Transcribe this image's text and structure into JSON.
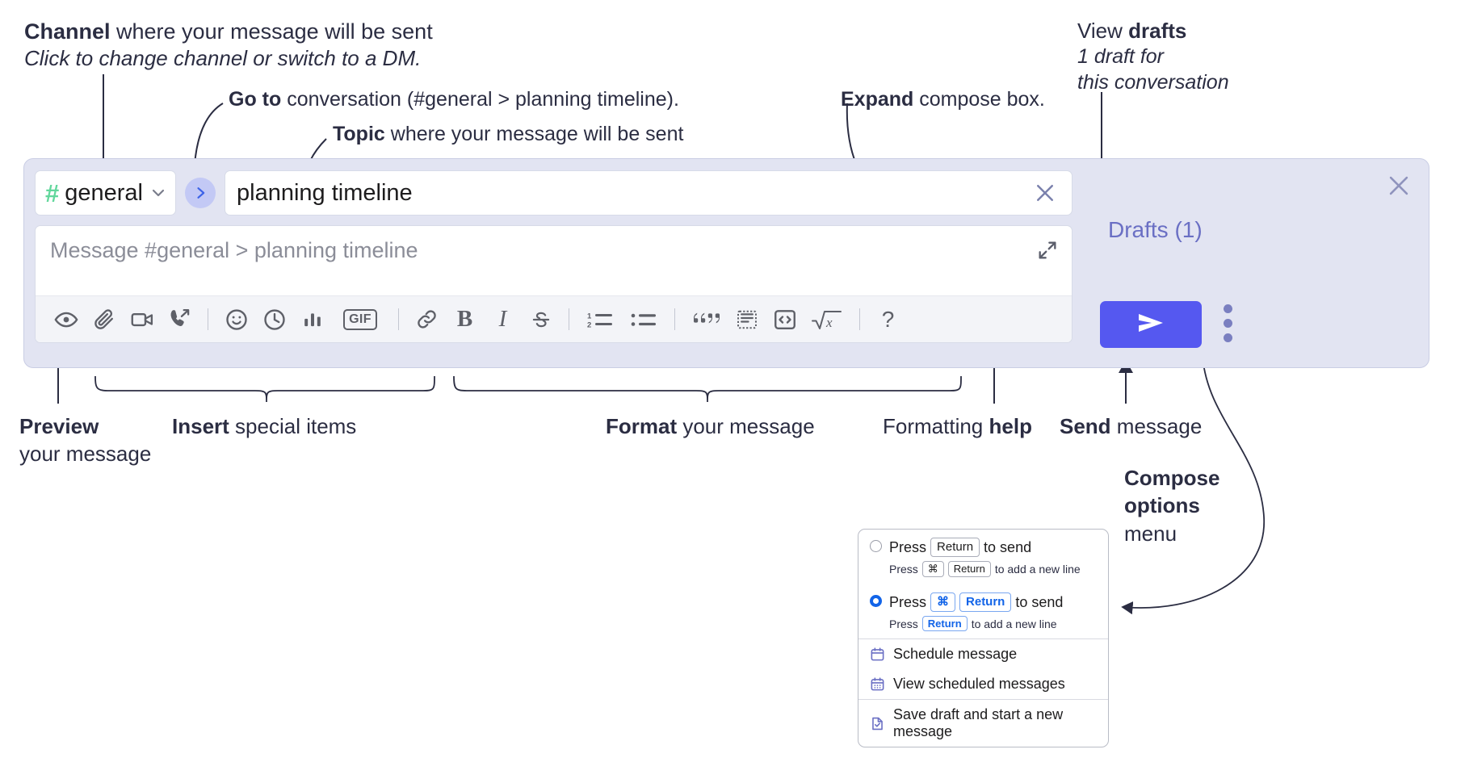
{
  "annotations": {
    "channel_bold": "Channel",
    "channel_rest": " where your message will be sent",
    "channel_sub": "Click to change channel or switch to a DM.",
    "goto_bold": "Go to",
    "goto_rest": " conversation (#general > planning timeline).",
    "topic_bold": "Topic",
    "topic_rest": " where your message will be sent",
    "expand_bold": "Expand",
    "expand_rest": " compose box.",
    "drafts_pre": "View ",
    "drafts_bold": "drafts",
    "drafts_sub_line1": "1 draft for",
    "drafts_sub_line2": "this conversation",
    "preview_bold": "Preview",
    "preview_rest": "your message",
    "insert_bold": "Insert",
    "insert_rest": " special items",
    "format_bold": "Format",
    "format_rest": " your message",
    "help_pre": "Formatting ",
    "help_bold": "help",
    "send_bold": "Send",
    "send_rest": " message",
    "compose_bold_line1": "Compose",
    "compose_bold_line2": "options",
    "compose_rest": "menu"
  },
  "compose": {
    "channel": {
      "hash": "#",
      "name": "general",
      "chevron_icon": "chevron-down-icon"
    },
    "goto_icon": "chevron-right-icon",
    "topic": {
      "value": "planning timeline",
      "clear_icon": "close-icon"
    },
    "message": {
      "placeholder": "Message #general > planning timeline",
      "expand_icon": "expand-icon"
    },
    "toolbar": [
      {
        "name": "preview-button",
        "icon": "eye-icon"
      },
      {
        "name": "attach-button",
        "icon": "paperclip-icon"
      },
      {
        "name": "video-button",
        "icon": "video-camera-icon"
      },
      {
        "name": "huddle-button",
        "icon": "phone-forward-icon"
      },
      {
        "name": "separator-1",
        "icon": "divider"
      },
      {
        "name": "emoji-button",
        "icon": "smiley-icon"
      },
      {
        "name": "reminder-button",
        "icon": "clock-icon"
      },
      {
        "name": "poll-button",
        "icon": "bar-chart-icon"
      },
      {
        "name": "gif-button",
        "icon": "gif-icon",
        "label": "GIF"
      },
      {
        "name": "separator-2",
        "icon": "divider"
      },
      {
        "name": "link-button",
        "icon": "link-icon"
      },
      {
        "name": "bold-button",
        "icon": "bold-icon",
        "label": "B"
      },
      {
        "name": "italic-button",
        "icon": "italic-icon",
        "label": "I"
      },
      {
        "name": "strikethrough-button",
        "icon": "strikethrough-icon"
      },
      {
        "name": "separator-3",
        "icon": "divider"
      },
      {
        "name": "ordered-list-button",
        "icon": "ordered-list-icon"
      },
      {
        "name": "bulleted-list-button",
        "icon": "bulleted-list-icon"
      },
      {
        "name": "separator-4",
        "icon": "divider"
      },
      {
        "name": "blockquote-button",
        "icon": "quote-icon"
      },
      {
        "name": "code-block-button",
        "icon": "code-block-icon"
      },
      {
        "name": "code-button",
        "icon": "code-brackets-icon"
      },
      {
        "name": "math-button",
        "icon": "square-root-x-icon"
      },
      {
        "name": "separator-5",
        "icon": "divider"
      },
      {
        "name": "formatting-help-button",
        "icon": "question-mark-icon",
        "label": "?"
      }
    ],
    "drafts_label": "Drafts (1)",
    "close_icon": "close-icon",
    "send_icon": "send-paper-plane-icon",
    "kebab_icon": "more-options-vertical-icon"
  },
  "compose_menu": {
    "option_return": {
      "selected": false,
      "text_before": "Press",
      "key": "Return",
      "text_after": "to send",
      "sub_before": "Press",
      "sub_key1": "⌘",
      "sub_key2": "Return",
      "sub_after": "to add a new line"
    },
    "option_cmd_return": {
      "selected": true,
      "text_before": "Press",
      "key1": "⌘",
      "key2": "Return",
      "text_after": "to send",
      "sub_before": "Press",
      "sub_key": "Return",
      "sub_after": "to add a new line"
    },
    "items": [
      {
        "label": "Schedule message",
        "icon": "calendar-icon"
      },
      {
        "label": "View scheduled messages",
        "icon": "calendar-grid-icon"
      },
      {
        "label": "Save draft and start a new message",
        "icon": "document-check-icon"
      }
    ]
  },
  "colors": {
    "panel_bg": "#e2e4f2",
    "send_button": "#5558f0",
    "hash_green": "#62d79c",
    "drafts_purple": "#6a6fc4",
    "accent_blue": "#1264e8"
  }
}
